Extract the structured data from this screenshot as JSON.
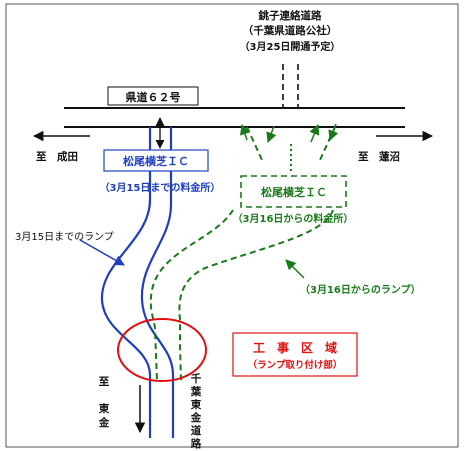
{
  "top_road": {
    "line1": "銚子連絡道路",
    "line2": "（千葉県道路公社）",
    "line3": "（3月25日開通予定）"
  },
  "prefectural_road": "県道６２号",
  "to_narita": "至　成田",
  "to_hasunuma": "至　蓮沼",
  "old_ic": {
    "name": "松尾横芝ＩＣ",
    "caption": "（3月15日までの料金所）"
  },
  "new_ic": {
    "name": "松尾横芝ＩＣ",
    "caption": "（3月16日からの料金所）"
  },
  "old_ramp_label": "3月15日までのランプ",
  "new_ramp_label": "（3月16日からのランプ）",
  "construction": {
    "title": "工　事　区　域",
    "subtitle": "（ランプ取り付け部）"
  },
  "to_tokyo": [
    "至",
    "東",
    "金"
  ],
  "expressway": [
    "千",
    "葉",
    "東",
    "金",
    "道",
    "路"
  ],
  "colors": {
    "old_route": "#1f3fbf",
    "new_route": "#1a7a1a",
    "construction": "#e01010",
    "road": "#111111"
  }
}
